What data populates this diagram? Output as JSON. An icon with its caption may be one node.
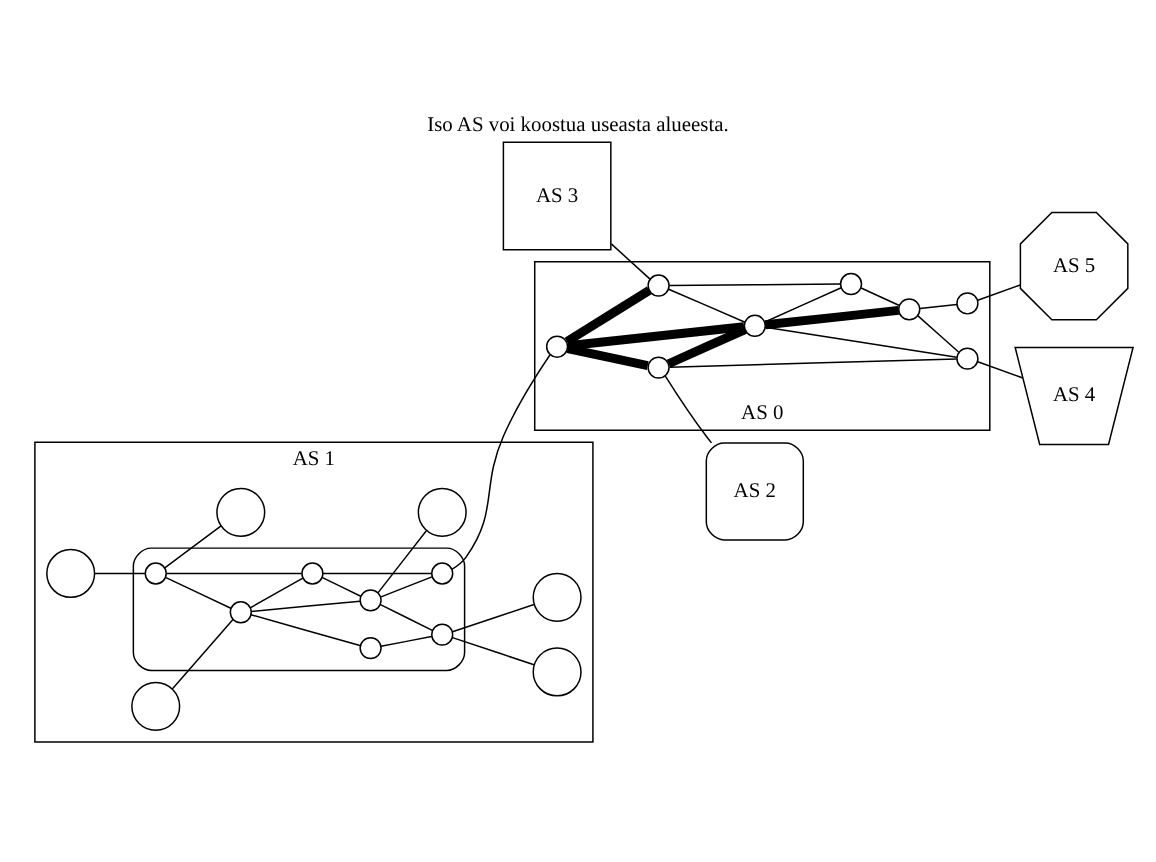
{
  "diagram": {
    "title": "Iso AS voi koostua useasta alueesta.",
    "nodes": [
      {
        "text": [
          "AS 1"
        ]
      },
      {
        "text": [],
        "shape": "cloud",
        "in": 0
      },
      {
        "text": [],
        "shape": "circle",
        "in": 0
      },
      {
        "text": [],
        "shape": "circle",
        "in": 0
      },
      {
        "text": [],
        "shape": "circle",
        "in": 0
      },
      {
        "text": [],
        "shape": "circle",
        "in": 1
      },
      {
        "text": [],
        "shape": "circle",
        "in": 1
      },
      {
        "text": [],
        "shape": "circle",
        "in": 1
      },
      {
        "text": [],
        "shape": "circle",
        "in": 1
      },
      {
        "text": [],
        "shape": "circle",
        "in": 1
      },
      {
        "text": [],
        "shape": "circle",
        "in": 1
      },
      {
        "text": [],
        "shape": "circle",
        "in": 1
      },
      {
        "text": [],
        "shape": "circle",
        "in": 0
      },
      {
        "text": [],
        "shape": "circle",
        "in": 0
      },
      {
        "text": [],
        "shape": "circle",
        "in": 0
      },
      {
        "text": [
          "AS 3"
        ]
      },
      {
        "text": [
          "AS 0"
        ]
      },
      {
        "text": [],
        "shape": "circle",
        "in": 16
      },
      {
        "text": [],
        "shape": "circle",
        "in": 16
      },
      {
        "text": [],
        "shape": "circle",
        "in": 16
      },
      {
        "text": [],
        "shape": "circle",
        "in": 16
      },
      {
        "text": [],
        "shape": "circle",
        "in": 16
      },
      {
        "text": [],
        "shape": "circle",
        "in": 16
      },
      {
        "text": [],
        "shape": "circle",
        "in": 16
      },
      {
        "text": [],
        "shape": "circle",
        "in": 16
      },
      {
        "text": [
          "AS 5"
        ]
      },
      {
        "text": [
          "AS 2"
        ]
      },
      {
        "text": [
          "AS 4"
        ]
      }
    ],
    "edges": [
      {
        "from": 2,
        "to": 5,
        "arrow": "none"
      },
      {
        "from": 5,
        "to": 3,
        "arrow": "none"
      },
      {
        "from": 5,
        "to": 6,
        "arrow": "none"
      },
      {
        "from": 5,
        "to": 7,
        "arrow": "none"
      },
      {
        "from": 4,
        "to": 6,
        "arrow": "none"
      },
      {
        "from": 6,
        "to": 7,
        "arrow": "none"
      },
      {
        "from": 6,
        "to": 8,
        "arrow": "none"
      },
      {
        "from": 6,
        "to": 9,
        "arrow": "none"
      },
      {
        "from": 7,
        "to": 9,
        "arrow": "none"
      },
      {
        "from": 7,
        "to": 10,
        "arrow": "none"
      },
      {
        "from": 9,
        "to": 10,
        "arrow": "none"
      },
      {
        "from": 8,
        "to": 11,
        "arrow": "none"
      },
      {
        "from": 9,
        "to": 11,
        "arrow": "none"
      },
      {
        "from": 9,
        "to": 13,
        "arrow": "none"
      },
      {
        "from": 11,
        "to": 12,
        "arrow": "none"
      },
      {
        "from": 11,
        "to": 14,
        "arrow": "none"
      },
      {
        "from": 10,
        "to": 19,
        "arrow": "none"
      },
      {
        "from": 19,
        "to": 17,
        "arrow": "none",
        "style": "thick"
      },
      {
        "from": 19,
        "to": 20,
        "arrow": "none",
        "style": "thick"
      },
      {
        "from": 19,
        "to": 23,
        "arrow": "none",
        "style": "thick"
      },
      {
        "from": 23,
        "to": 20,
        "arrow": "none",
        "style": "thick"
      },
      {
        "from": 20,
        "to": 21,
        "arrow": "none",
        "style": "thick"
      },
      {
        "from": 17,
        "to": 18,
        "arrow": "none"
      },
      {
        "from": 17,
        "to": 20,
        "arrow": "none"
      },
      {
        "from": 20,
        "to": 18,
        "arrow": "none"
      },
      {
        "from": 18,
        "to": 21,
        "arrow": "none"
      },
      {
        "from": 21,
        "to": 22,
        "arrow": "none"
      },
      {
        "from": 20,
        "to": 24,
        "arrow": "none"
      },
      {
        "from": 23,
        "to": 24,
        "arrow": "none"
      },
      {
        "from": 21,
        "to": 24,
        "arrow": "none"
      },
      {
        "from": 15,
        "to": 17,
        "arrow": "none"
      },
      {
        "from": 22,
        "to": 25,
        "arrow": "none"
      },
      {
        "from": 23,
        "to": 26,
        "arrow": "none"
      },
      {
        "from": 24,
        "to": 27,
        "arrow": "none"
      }
    ]
  }
}
